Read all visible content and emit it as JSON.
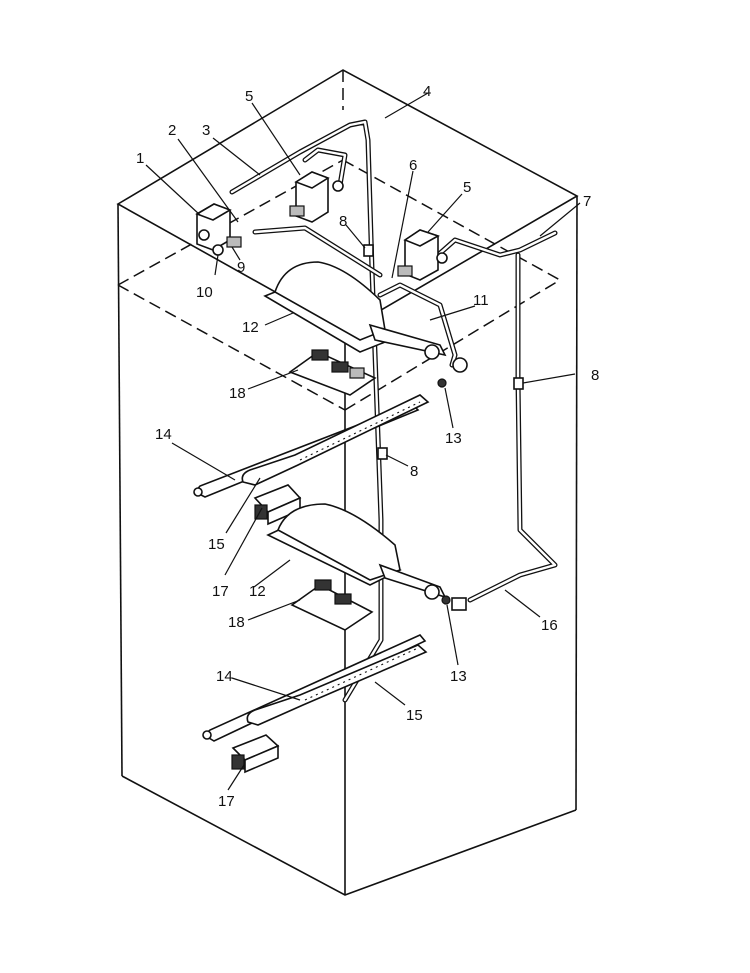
{
  "callouts": [
    {
      "id": "c1",
      "text": "1"
    },
    {
      "id": "c2",
      "text": "2"
    },
    {
      "id": "c3",
      "text": "3"
    },
    {
      "id": "c4",
      "text": "4"
    },
    {
      "id": "c5a",
      "text": "5"
    },
    {
      "id": "c5b",
      "text": "5"
    },
    {
      "id": "c6",
      "text": "6"
    },
    {
      "id": "c7",
      "text": "7"
    },
    {
      "id": "c8a",
      "text": "8"
    },
    {
      "id": "c8b",
      "text": "8"
    },
    {
      "id": "c8c",
      "text": "8"
    },
    {
      "id": "c9",
      "text": "9"
    },
    {
      "id": "c10",
      "text": "10"
    },
    {
      "id": "c11",
      "text": "11"
    },
    {
      "id": "c12a",
      "text": "12"
    },
    {
      "id": "c12b",
      "text": "12"
    },
    {
      "id": "c13a",
      "text": "13"
    },
    {
      "id": "c13b",
      "text": "13"
    },
    {
      "id": "c14a",
      "text": "14"
    },
    {
      "id": "c14b",
      "text": "14"
    },
    {
      "id": "c15a",
      "text": "15"
    },
    {
      "id": "c15b",
      "text": "15"
    },
    {
      "id": "c16",
      "text": "16"
    },
    {
      "id": "c17a",
      "text": "17"
    },
    {
      "id": "c17b",
      "text": "17"
    },
    {
      "id": "c18a",
      "text": "18"
    },
    {
      "id": "c18b",
      "text": "18"
    }
  ]
}
